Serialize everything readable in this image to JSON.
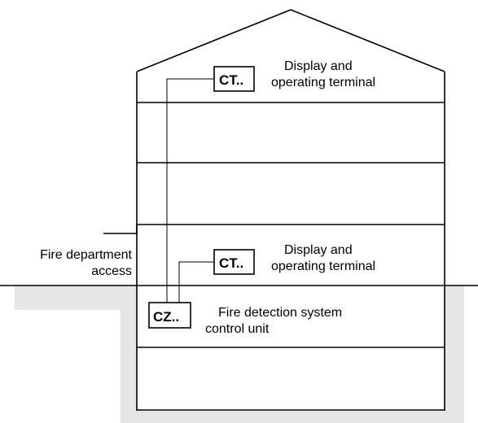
{
  "terminal_upper": {
    "code": "CT..",
    "line1": "Display and",
    "line2": "operating terminal"
  },
  "terminal_lower": {
    "code": "CT..",
    "line1": "Display and",
    "line2": "operating terminal"
  },
  "control_unit": {
    "code": "CZ..",
    "line1": "Fire detection system",
    "line2": "control unit"
  },
  "access": {
    "line1": "Fire department",
    "line2": "access"
  },
  "colors": {
    "ground": "#e6e6e6",
    "line": "#000000",
    "background": "#ffffff"
  }
}
